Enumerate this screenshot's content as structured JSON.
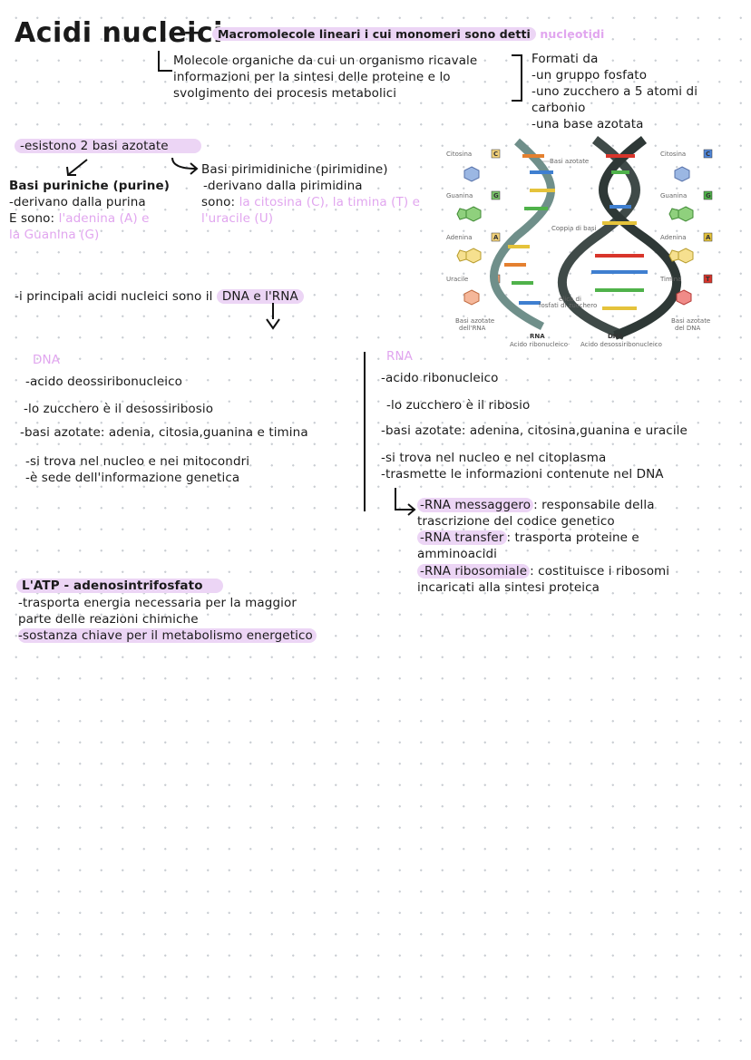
{
  "title": "Acidi nucleici",
  "subtitle_dash": "—",
  "subtitle": "Macromolecole lineari i cui monomeri sono detti",
  "subtitle_pink": "nucleotidi",
  "def": [
    "Molecole organiche da cui un organismo ricavale",
    "informazioni per la sintesi delle proteine e lo",
    "svolgimento dei procesis metabolici"
  ],
  "formati": [
    "Formati da",
    "-un gruppo fosfato",
    "-uno zucchero a 5 atomi di",
    "carbonio",
    "-una base azotata"
  ],
  "basi_intro": "-esistono 2 basi azotate",
  "purine": {
    "l1": "Basi puriniche (purine)",
    "l2": "-derivano dalla purina",
    "l3a": "E sono:",
    "l3b": "l'adenina (A) e",
    "l4": "la Guanina (G)"
  },
  "pirimidine": {
    "l1": "Basi pirimidiniche (pirimidine)",
    "l2": "-derivano dalla pirimidina",
    "l3a": "sono:",
    "l3b": "la citosina (C), la timina (T) e",
    "l4": "l'uracile (U)"
  },
  "principali": {
    "a": "-i principali acidi nucleici sono il",
    "b": "DNA e l'RNA"
  },
  "dna": {
    "head": "DNA",
    "items": [
      "-acido deossiribonucleico",
      "-lo zucchero è il desossiribosio",
      "-basi azotate: adenia, citosia,guanina e timina",
      "-si trova nel nucleo e nei mitocondri",
      "-è sede dell'informazione genetica"
    ]
  },
  "rna": {
    "head": "RNA",
    "items": [
      "-acido ribonucleico",
      "-lo zucchero è il ribosio",
      "-basi azotate: adenina, citosina,guanina e uracile",
      "-si trova nel nucleo e nel citoplasma",
      "-trasmette le informazioni contenute nel DNA"
    ],
    "types": [
      {
        "name": "-RNA messaggero",
        "desc": ": responsabile della",
        "cont": "trascrizione del codice genetico"
      },
      {
        "name": "-RNA transfer",
        "desc": ": trasporta proteine e",
        "cont": "amminoacidi"
      },
      {
        "name": "-RNA ribosomiale",
        "desc": ": costituisce i ribosomi",
        "cont": "incaricati alla sintesi proteica"
      }
    ]
  },
  "atp": {
    "head": "L'ATP - adenosintrifosfato",
    "l1": "-trasporta energia necessaria per la maggior",
    "l2": "parte delle reazioni chimiche",
    "l3": "-sostanza chiave per il metabolismo energetico"
  },
  "figure": {
    "citosina": "Citosina",
    "guanina": "Guanina",
    "adenina_l": "Adenina",
    "uracile": "Uracile",
    "citosina_r": "Citosina",
    "guanina_r": "Guanina",
    "adenina_r": "Adenina",
    "timina": "Timina",
    "badge_c": "C",
    "badge_g": "G",
    "badge_a": "A",
    "badge_u": "U",
    "badge_t": "T",
    "basi_azotate": "Basi azotate",
    "coppia": "Coppia di basi",
    "elica1": "elica di",
    "elica2": "fosfati di zucchero",
    "basi_rna1": "Basi azotate",
    "basi_rna2": "dell'RNA",
    "basi_dna1": "Basi azotate",
    "basi_dna2": "del DNA",
    "rna_label": "RNA",
    "rna_sub": "Acido ribonucleico",
    "dna_label": "DNA",
    "dna_sub": "Acido desossiribonucleico",
    "sep": "·"
  }
}
